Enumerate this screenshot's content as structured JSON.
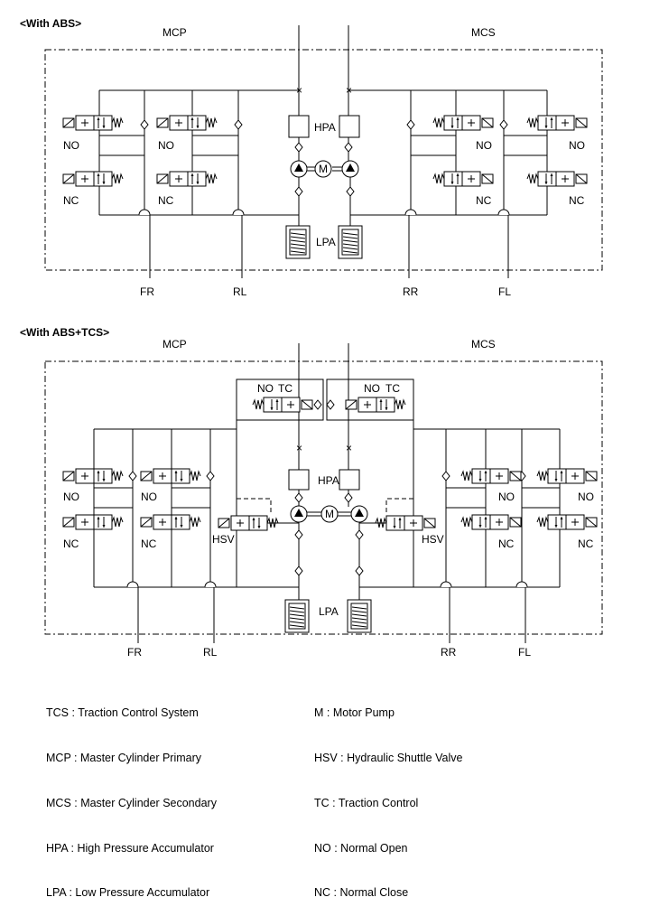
{
  "diagram_abs": {
    "title": "<With ABS>",
    "mcp": "MCP",
    "mcs": "MCS",
    "hpa": "HPA",
    "lpa": "LPA",
    "motor": "M",
    "no": "NO",
    "nc": "NC",
    "wheels": {
      "fr": "FR",
      "rl": "RL",
      "rr": "RR",
      "fl": "FL"
    }
  },
  "diagram_tcs": {
    "title": "<With ABS+TCS>",
    "mcp": "MCP",
    "mcs": "MCS",
    "hpa": "HPA",
    "lpa": "LPA",
    "motor": "M",
    "no": "NO",
    "nc": "NC",
    "tc": "TC",
    "hsv": "HSV",
    "wheels": {
      "fr": "FR",
      "rl": "RL",
      "rr": "RR",
      "fl": "FL"
    }
  },
  "legend": {
    "left": [
      "TCS : Traction Control System",
      "MCP : Master Cylinder Primary",
      "MCS : Master Cylinder Secondary",
      "HPA : High Pressure Accumulator",
      "LPA : Low Pressure Accumulator"
    ],
    "right": [
      "M : Motor Pump",
      "HSV : Hydraulic Shuttle Valve",
      "TC : Traction Control",
      "NO : Normal Open",
      "NC : Normal Close"
    ]
  }
}
